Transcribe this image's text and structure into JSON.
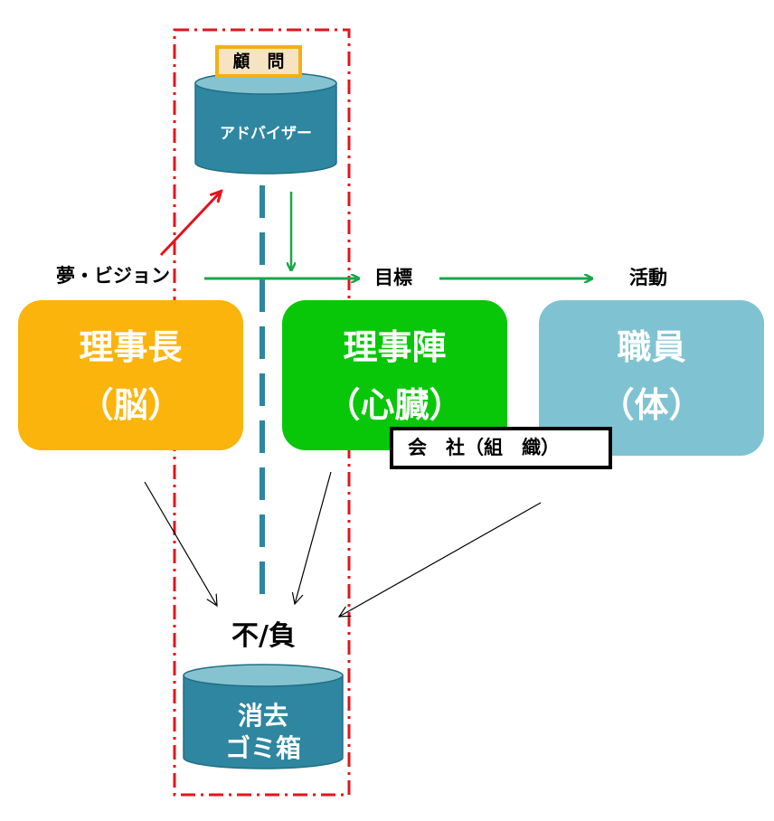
{
  "colors": {
    "orange": "#fbb40c",
    "green": "#08c708",
    "lightblue": "#7fc3d2",
    "teal": "#2e86a0",
    "teal_top": "#86c3d1",
    "red": "#e4131c",
    "arrow_green": "#1aa64a",
    "label_fill": "#f5e3c2",
    "label_border": "#f4b013"
  },
  "advisor": {
    "tag": "顧　問",
    "name": "アドバイザー"
  },
  "flow": {
    "vision": "夢・ビジョン",
    "goal": "目標",
    "activity": "活動"
  },
  "boxes": {
    "chairman": {
      "title": "理事長",
      "sub": "（脳）"
    },
    "board": {
      "title": "理事陣",
      "sub": "（心臓）"
    },
    "staff": {
      "title": "職員",
      "sub": "（体）"
    }
  },
  "company_label": "会　社（組　織）",
  "negative": "不/負",
  "trash": {
    "line1": "消去",
    "line2": "ゴミ箱"
  }
}
